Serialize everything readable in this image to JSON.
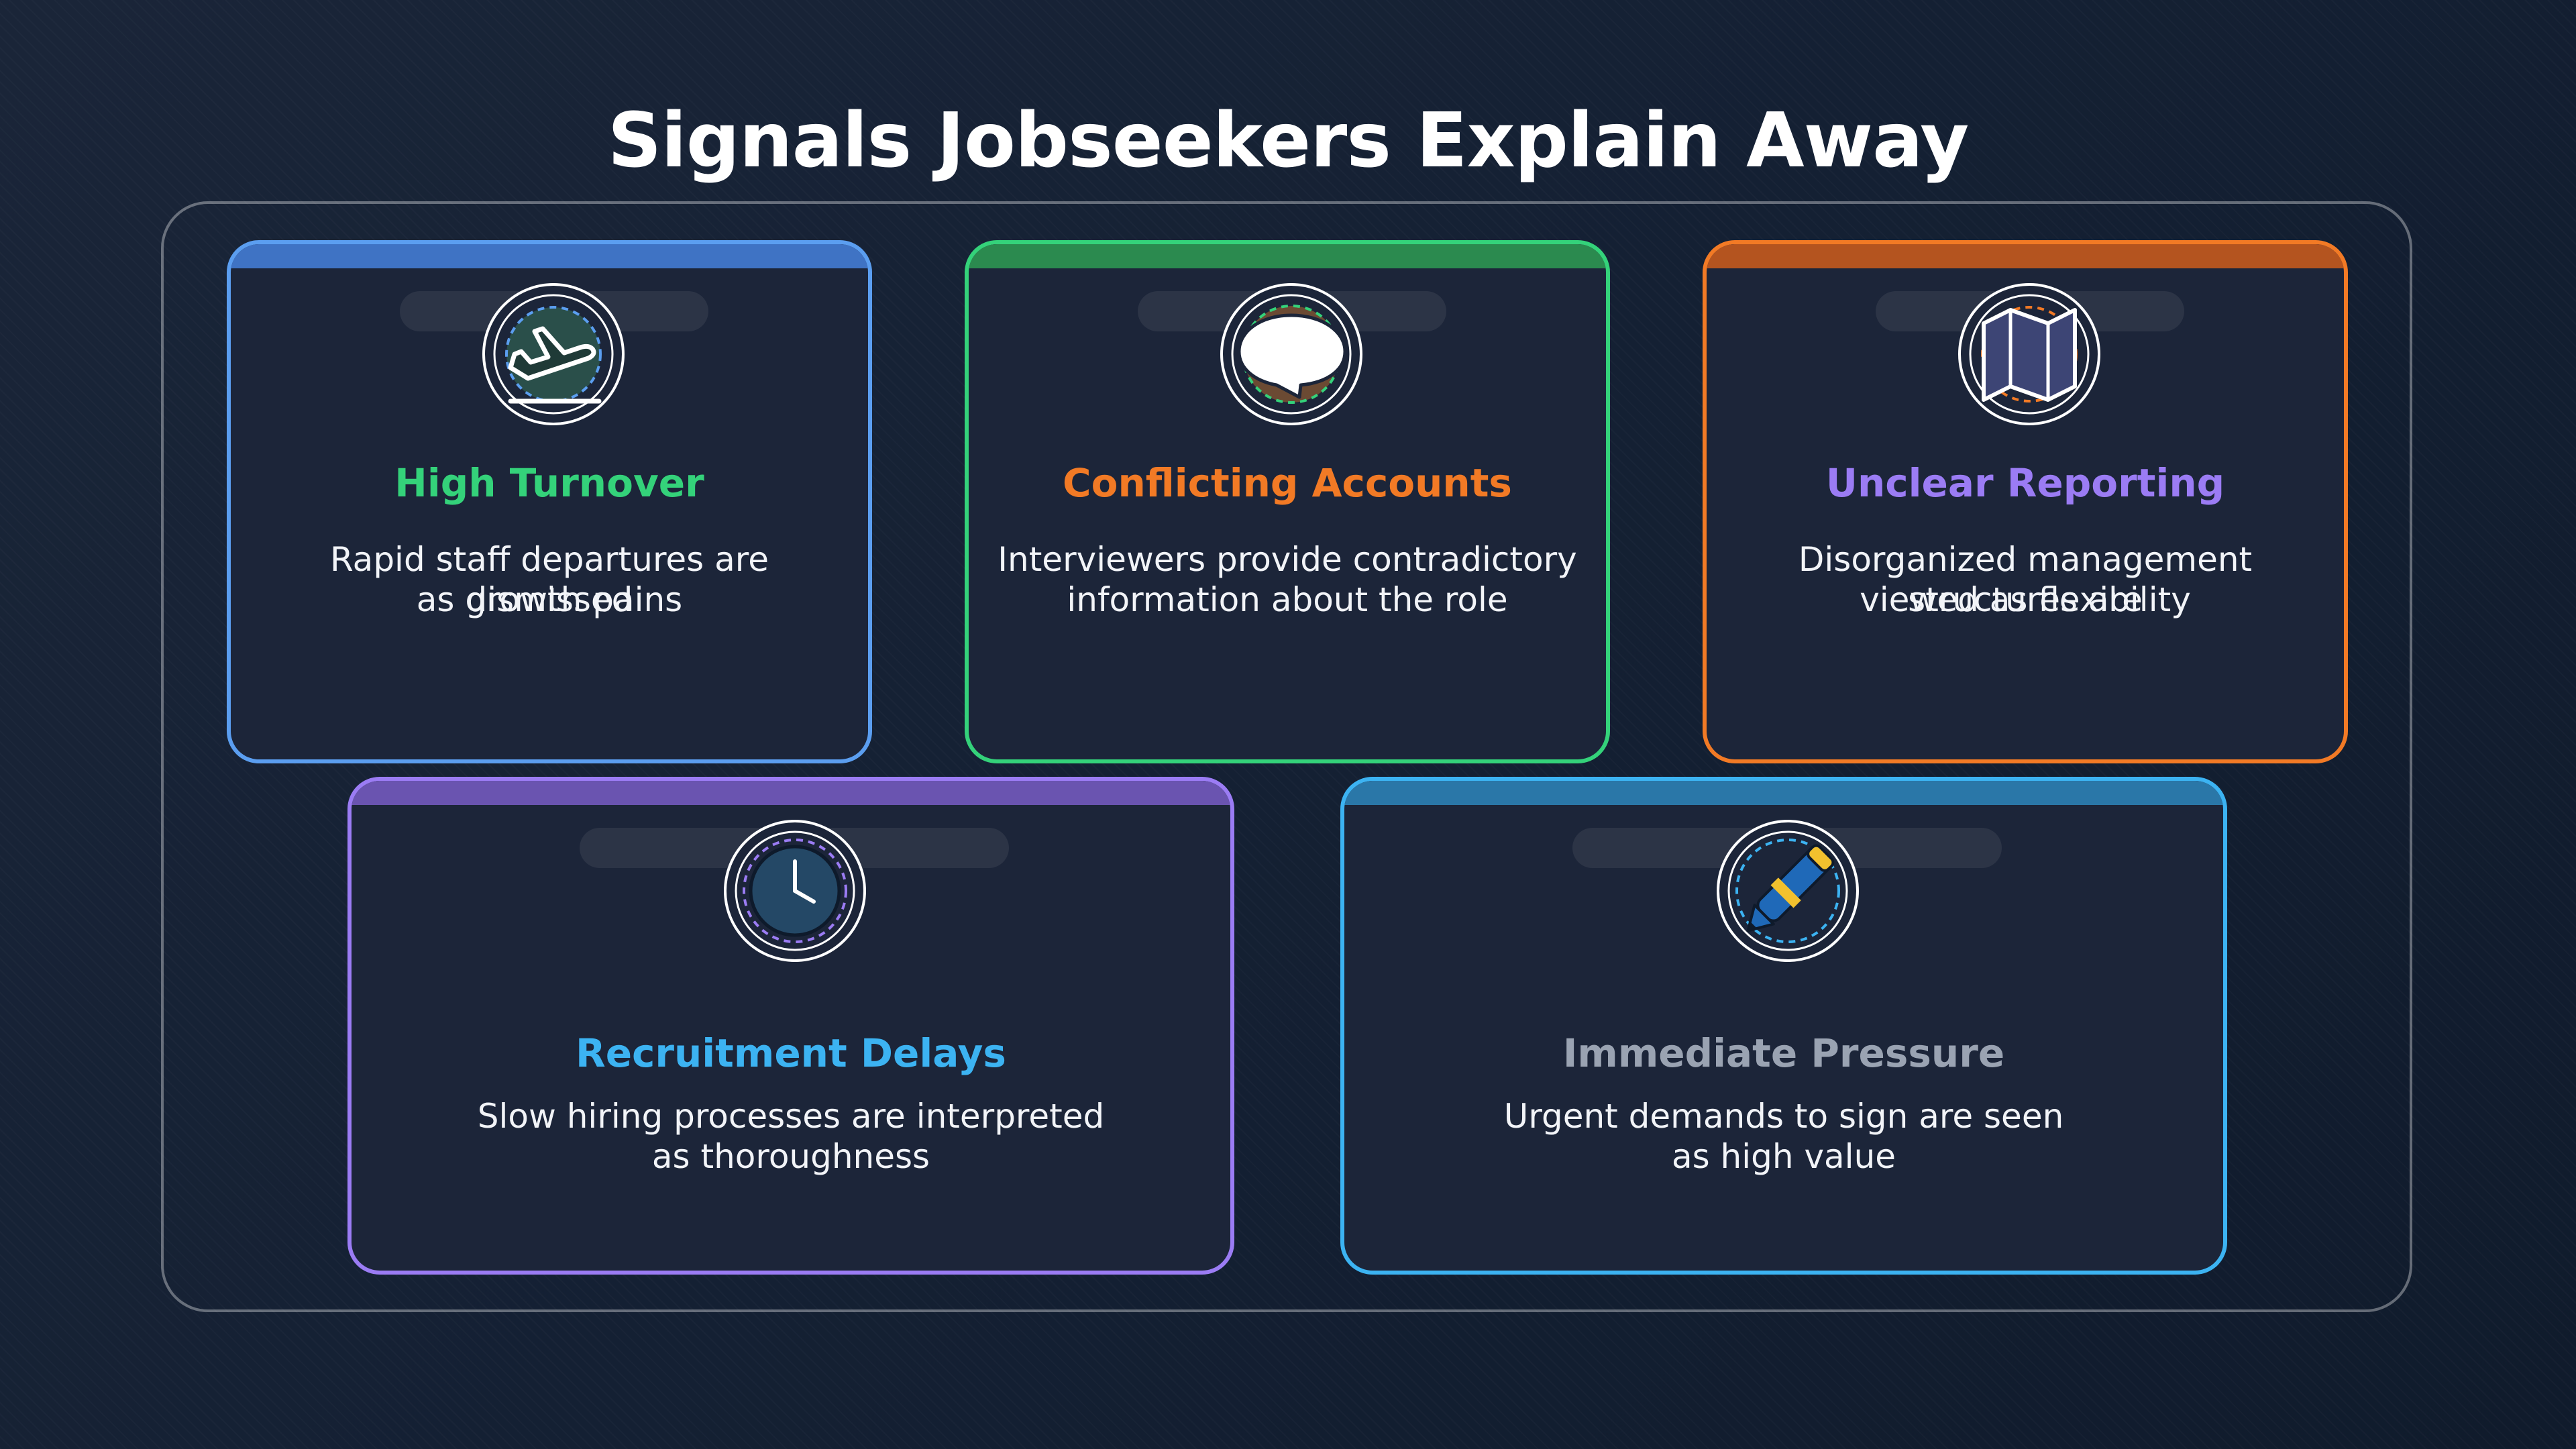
{
  "title": "Signals Jobseekers Explain Away",
  "cards": [
    {
      "title": "High Turnover",
      "description_lines": [
        "Rapid staff departures are dismissed",
        "as growth pains"
      ],
      "icon": "airplane-takeoff-icon",
      "border_color": "#5b9ef0",
      "topbar_color": "#3f73c4",
      "title_color": "#34d27a"
    },
    {
      "title": "Conflicting Accounts",
      "description_lines": [
        "Interviewers provide contradictory",
        "information about the role"
      ],
      "icon": "speech-bubble-icon",
      "border_color": "#34d27a",
      "topbar_color": "#2b8a4f",
      "title_color": "#f27a25"
    },
    {
      "title": "Unclear Reporting",
      "description_lines": [
        "Disorganized management structures are",
        "viewed as flexibility"
      ],
      "icon": "folded-map-icon",
      "border_color": "#f27a25",
      "topbar_color": "#b4541f",
      "title_color": "#9b7cf4"
    },
    {
      "title": "Recruitment Delays",
      "description_lines": [
        "Slow hiring processes are interpreted",
        "as thoroughness"
      ],
      "icon": "clock-icon",
      "border_color": "#9b7cf4",
      "topbar_color": "#6a54b0",
      "title_color": "#3cb3f2"
    },
    {
      "title": "Immediate Pressure",
      "description_lines": [
        "Urgent demands to sign are seen",
        "as high value"
      ],
      "icon": "pen-icon",
      "border_color": "#3cb3f2",
      "topbar_color": "#2a77a8",
      "title_color": "#9aa3b2"
    }
  ]
}
